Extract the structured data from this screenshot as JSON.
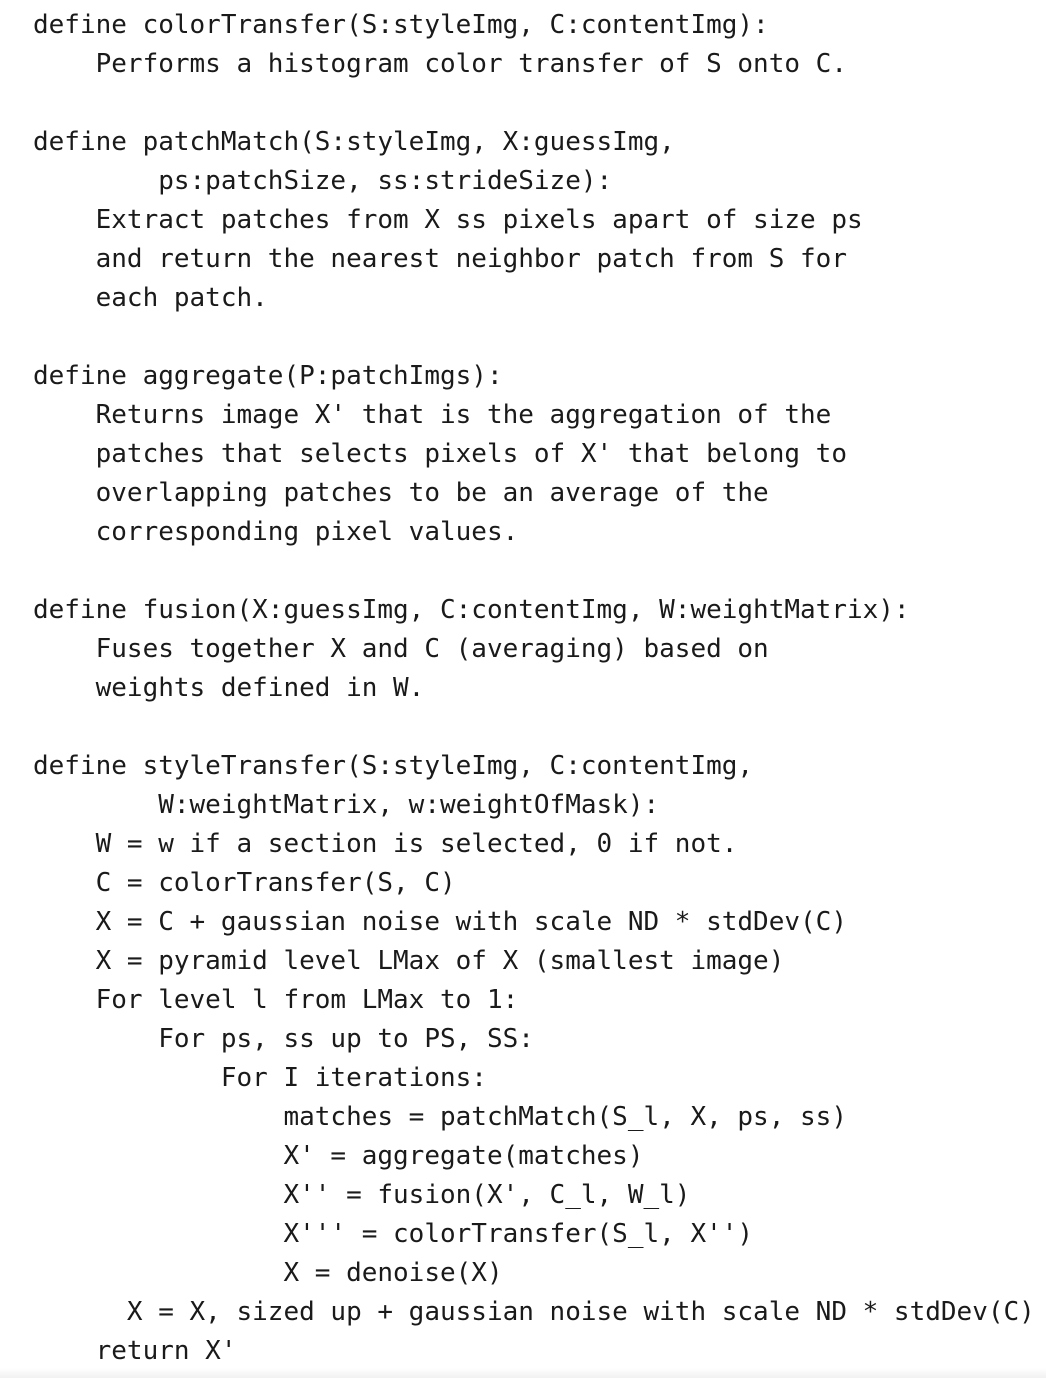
{
  "document": {
    "lines": [
      "define colorTransfer(S:styleImg, C:contentImg):",
      "    Performs a histogram color transfer of S onto C.",
      "",
      "define patchMatch(S:styleImg, X:guessImg,",
      "        ps:patchSize, ss:strideSize):",
      "    Extract patches from X ss pixels apart of size ps",
      "    and return the nearest neighbor patch from S for",
      "    each patch.",
      "",
      "define aggregate(P:patchImgs):",
      "    Returns image X' that is the aggregation of the",
      "    patches that selects pixels of X' that belong to",
      "    overlapping patches to be an average of the",
      "    corresponding pixel values.",
      "",
      "define fusion(X:guessImg, C:contentImg, W:weightMatrix):",
      "    Fuses together X and C (averaging) based on",
      "    weights defined in W.",
      "",
      "define styleTransfer(S:styleImg, C:contentImg,",
      "        W:weightMatrix, w:weightOfMask):",
      "    W = w if a section is selected, 0 if not.",
      "    C = colorTransfer(S, C)",
      "    X = C + gaussian noise with scale ND * stdDev(C)",
      "    X = pyramid level LMax of X (smallest image)",
      "    For level l from LMax to 1:",
      "        For ps, ss up to PS, SS:",
      "            For I iterations:",
      "                matches = patchMatch(S_l, X, ps, ss)",
      "                X' = aggregate(matches)",
      "                X'' = fusion(X', C_l, W_l)",
      "                X''' = colorTransfer(S_l, X'')",
      "                X = denoise(X)",
      "      X = X, sized up + gaussian noise with scale ND * stdDev(C)",
      "    return X'"
    ]
  }
}
